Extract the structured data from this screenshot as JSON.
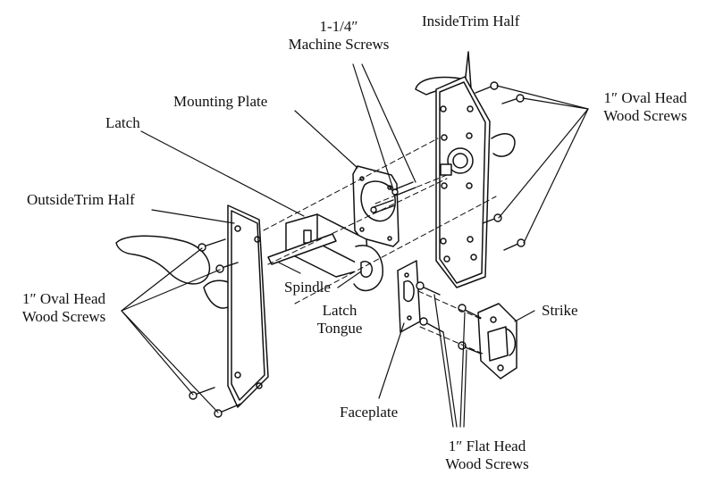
{
  "labels": {
    "machine_screws": [
      "1-1/4″",
      "Machine Screws"
    ],
    "inside_trim": "InsideTrim Half",
    "mounting_plate": "Mounting Plate",
    "latch": "Latch",
    "oval_right": [
      "1″ Oval Head",
      "Wood Screws"
    ],
    "outside_trim": "OutsideTrim Half",
    "oval_left": [
      "1″ Oval Head",
      "Wood Screws"
    ],
    "spindle": "Spindle",
    "latch_tongue": [
      "Latch",
      "Tongue"
    ],
    "strike": "Strike",
    "faceplate": "Faceplate",
    "flat_screws": [
      "1″ Flat Head",
      "Wood Screws"
    ]
  }
}
